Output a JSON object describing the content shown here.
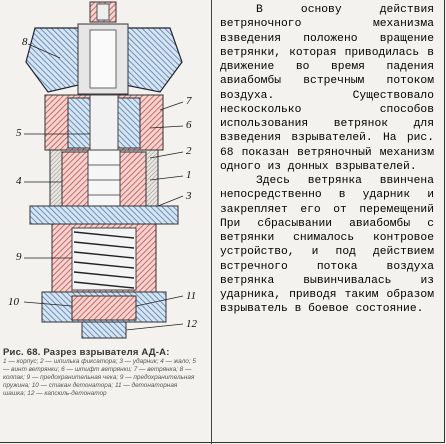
{
  "figure": {
    "caption_title": "Рис. 68. Разрез взрывателя АД-А:",
    "caption_legend": "1 — корпус; 2 — шпилька фиксатора; 3 — ударник; 4 — жало; 5 — винт ветрянки; 6 — штифт ветрянки; 7 — ветрянка; 8 — колпак; 9 — предохранительная чека; 9 — предохранительная пружина; 10 — стакан детонатора; 11 — детонаторная шашка; 12 — капсюль-детонатор",
    "callouts": [
      "8",
      "7",
      "6",
      "5",
      "4",
      "3",
      "2",
      "1",
      "9",
      "10",
      "11",
      "12"
    ]
  },
  "article": {
    "paragraph1": "В основу действия ветряночного механизма взведения положено вращение ветрянки, которая приводилась в движение во время падения авиабомбы встречным потоком воздуха. Существовало нескосколько способов использования ветрянок для взведения взрывателей. На рис. 68 показан ветряночный механизм одного из донных взрывателей.",
    "paragraph2": "Здесь ветрянка ввинчена непосредственно в ударник и закрепляет его от перемещений При сбрасывании авиабомбы с ветрянки снималось контровое устройство, и под действием встречного потока воздуха ветрянка вывинчивалась из ударника, приводя таким образом взрыватель в боевое состояние."
  },
  "colors": {
    "background": "#f4f2ee",
    "red_hatch": "#c94a4a",
    "blue_hatch": "#4a7fb5",
    "text": "#000000"
  }
}
